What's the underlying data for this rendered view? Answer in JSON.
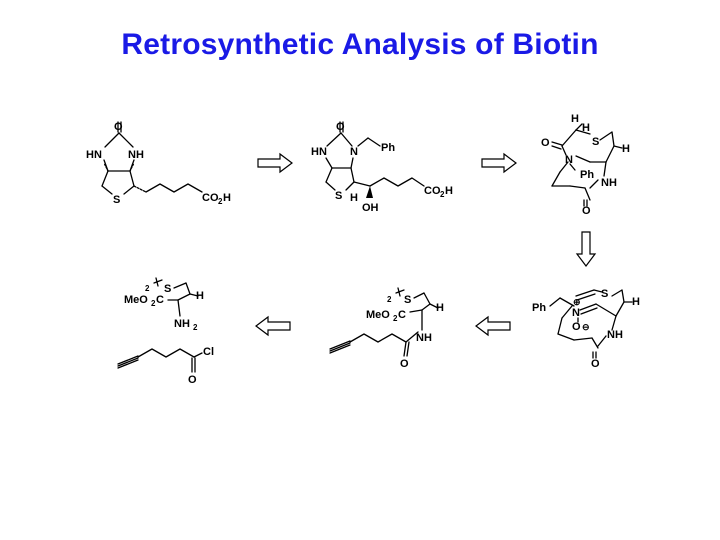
{
  "title": "Retrosynthetic Analysis of Biotin",
  "labels": {
    "O": "O",
    "HN": "HN",
    "NH": "NH",
    "N": "N",
    "S": "S",
    "H": "H",
    "OH": "OH",
    "CO": "CO",
    "two": "2",
    "Ph": "Ph",
    "MeO": "MeO",
    "C": "C",
    "Cl": "Cl",
    "plus": "⊕",
    "minus": "⊖"
  },
  "arrows": [
    {
      "name": "retro-arrow-1",
      "direction": "right"
    },
    {
      "name": "retro-arrow-2",
      "direction": "right"
    },
    {
      "name": "retro-arrow-3",
      "direction": "down"
    },
    {
      "name": "retro-arrow-4",
      "direction": "left"
    },
    {
      "name": "retro-arrow-5",
      "direction": "left"
    }
  ]
}
